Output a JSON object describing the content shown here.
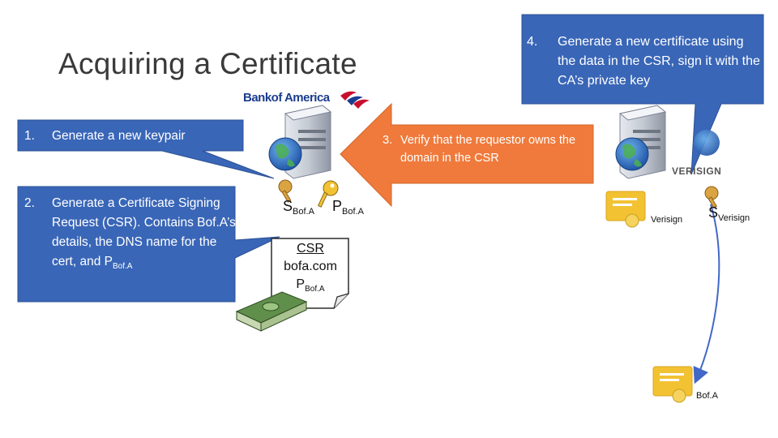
{
  "title": "Acquiring a Certificate",
  "brand": {
    "bofa_logo_text": "Bankof America",
    "verisign_logo_text": "VERISIGN"
  },
  "steps": {
    "step1": {
      "num": "1.",
      "text": "Generate a new keypair"
    },
    "step2": {
      "num": "2.",
      "text": "Generate a Certificate Signing Request (CSR). Contains Bof.A’s details, the DNS name for the cert, and P",
      "sub": "Bof.A"
    },
    "step3": {
      "num": "3.",
      "text": "Verify that the requestor owns the domain in the CSR"
    },
    "step4": {
      "num": "4.",
      "text": "Generate a new certificate using the data in the CSR, sign it with the CA’s private key"
    }
  },
  "keys": {
    "s_bofa": {
      "main": "S",
      "sub": "Bof.A"
    },
    "p_bofa": {
      "main": "P",
      "sub": "Bof.A"
    },
    "s_verisign": {
      "main": "S",
      "sub": "Verisign"
    }
  },
  "csr": {
    "title": "CSR",
    "domain": "bofa.com",
    "key_main": "P",
    "key_sub": "Bof.A"
  },
  "cert_labels": {
    "verisign": "Verisign",
    "bofa": "Bof.A"
  },
  "colors": {
    "callout": "#3a66b8",
    "callout_border": "#2d5194",
    "orange": "#ef7a3b",
    "cert_yellow": "#f2c232",
    "arrow": "#4267c9"
  }
}
